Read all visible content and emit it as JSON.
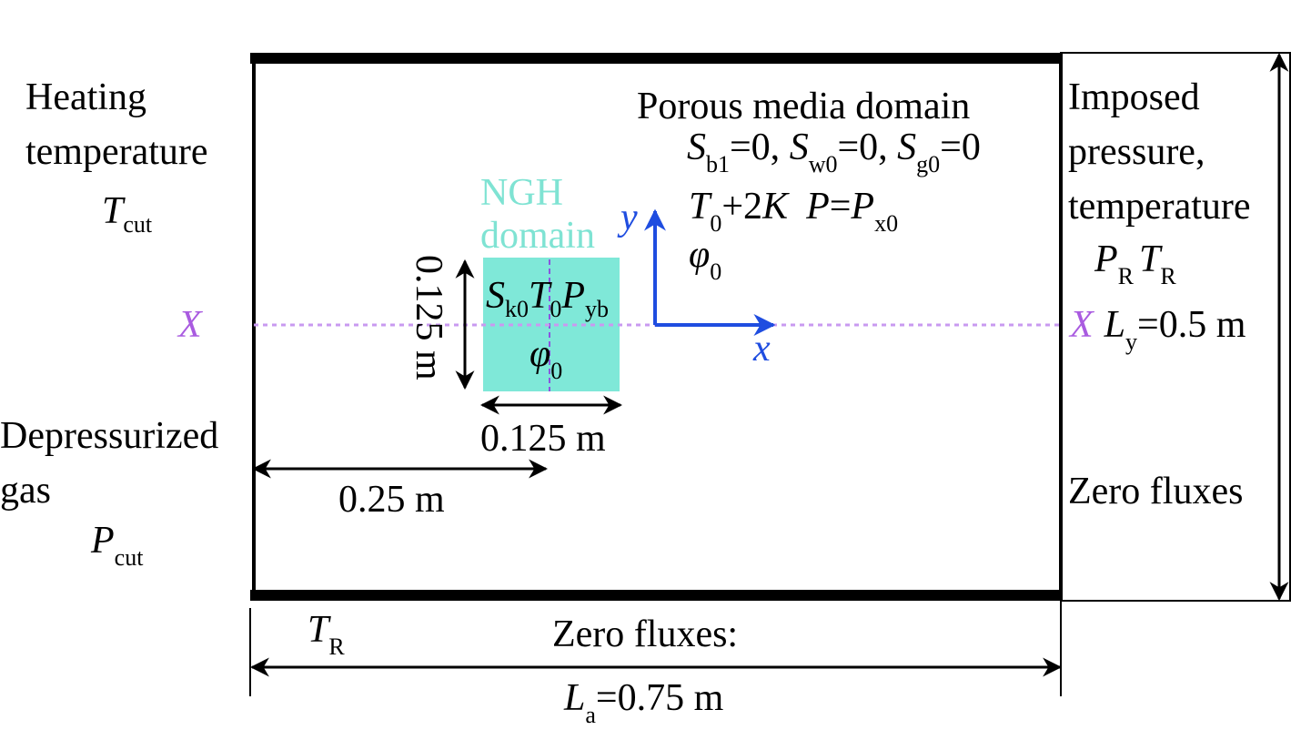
{
  "left": {
    "heating": [
      "Heating",
      "temperature"
    ],
    "t_cut": {
      "main": "T",
      "sub": "cut"
    },
    "depressurized": [
      "Depressurized",
      "gas"
    ],
    "p_cut": {
      "main": "P",
      "sub": "cut"
    }
  },
  "porous": {
    "title": "Porous media domain",
    "s_b1": {
      "main": "S",
      "sub": "b1",
      "rest": "=0, "
    },
    "s_w0": {
      "main": "S",
      "sub": "w0",
      "rest": "=0, "
    },
    "s_g0": {
      "main": "S",
      "sub": "g0",
      "rest": "=0"
    },
    "t0": {
      "main": "T",
      "sub": "0",
      "rest": "+2",
      "k": "K"
    },
    "p": {
      "main": "P",
      "eq": "=",
      "main2": "P",
      "sub": "x0"
    },
    "phi": {
      "main": "φ",
      "sub": "0"
    }
  },
  "ngh": {
    "title": [
      "NGH",
      "domain"
    ],
    "s_k0": {
      "main": "S",
      "sub": "k0"
    },
    "t0": {
      "main": "T",
      "sub": "0"
    },
    "p_yb": {
      "main": "P",
      "sub": "yb"
    },
    "phi": {
      "main": "φ",
      "sub": "0"
    },
    "height_label": "0.125 m",
    "width_label": "0.125 m"
  },
  "axes": {
    "x": "x",
    "y": "y"
  },
  "section": {
    "left": "X",
    "right": "X"
  },
  "offset_label": "0.25 m",
  "right": {
    "imposed": [
      "Imposed",
      "pressure,",
      "temperature"
    ],
    "p_r": {
      "main": "P",
      "sub": "R"
    },
    "t_r": {
      "main": "T",
      "sub": "R"
    },
    "ly": {
      "main": "L",
      "sub": "y",
      "rest": "=0.5 m"
    },
    "zero_fluxes": "Zero fluxes"
  },
  "bottom": {
    "t_r": {
      "main": "T",
      "sub": "R"
    },
    "zero_fluxes": "Zero fluxes:",
    "la": {
      "main": "L",
      "sub": "a",
      "rest": "=0.75 m"
    }
  },
  "colors": {
    "ngh_fill": "#7fe8d8",
    "axis": "#1f4de0",
    "section": "#a95be0"
  }
}
